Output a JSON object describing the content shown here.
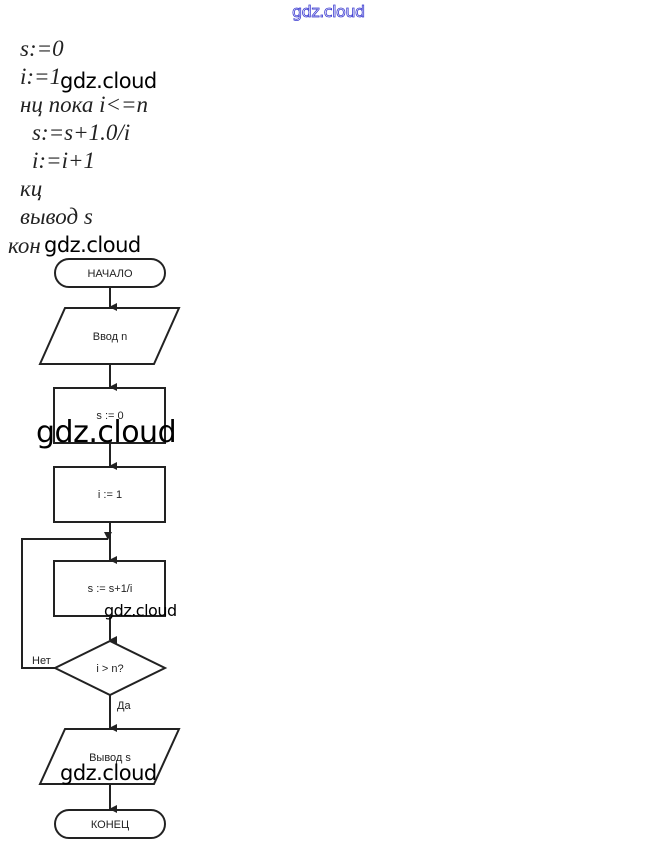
{
  "watermark": "gdz.cloud",
  "code_lines": [
    "s:=0",
    "i:=1",
    "нц пока i<=n",
    "s:=s+1.0/i",
    "i:=i+1",
    "кц",
    "вывод s",
    "кон"
  ],
  "flowchart": {
    "start": "НАЧАЛО",
    "input": "Ввод n",
    "init_s": "s := 0",
    "init_i": "i := 1",
    "body": "s := s+1/i",
    "condition": "i > n?",
    "no_label": "Нет",
    "yes_label": "Да",
    "output": "Вывод s",
    "end": "КОНЕЦ"
  }
}
